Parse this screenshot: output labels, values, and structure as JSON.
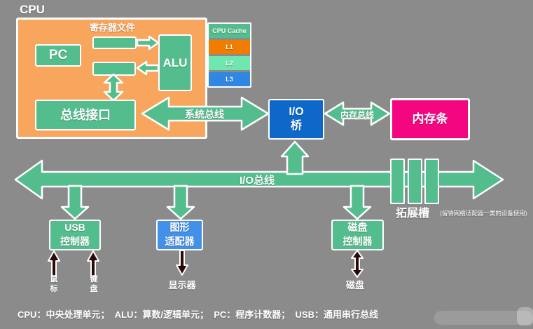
{
  "colors": {
    "background": "#8B8B8B",
    "green": "#54BD8E",
    "cpu_orange": "#F8A55E",
    "l1_orange": "#F07D00",
    "l2_mint": "#70E7AE",
    "l3_blue": "#2F87E3",
    "bridge_blue": "#0E68C9",
    "adapter_blue": "#4290E8",
    "memory_magenta": "#F30680",
    "dark_arrow": "#2B0909"
  },
  "cpu": {
    "title": "CPU",
    "pc": "PC",
    "register_file": "寄存器文件",
    "alu": "ALU",
    "bus_interface": "总线接口"
  },
  "cache": {
    "header": "CPU Cache",
    "l1": "L1",
    "l2": "L2",
    "l3": "L3"
  },
  "buses": {
    "system": "系统总线",
    "memory": "内存总线",
    "io": "I/O总线"
  },
  "nodes": {
    "io_bridge": "I/O\n桥",
    "memory": "内存条",
    "usb_controller": "USB\n控制器",
    "graphics_adapter": "图形\n适配器",
    "disk_controller": "磁盘\n控制器"
  },
  "peripherals": {
    "mouse": "鼠\n标",
    "keyboard": "键\n盘",
    "monitor": "显示器",
    "disk": "磁盘"
  },
  "expansion": {
    "label": "拓展槽",
    "note": "(留待网络适配器一类的设备使用)"
  },
  "footer": {
    "caption": "CPU：中央处理单元；  ALU：算数/逻辑单元；  PC：程序计数器；  USB：通用串行总线"
  }
}
